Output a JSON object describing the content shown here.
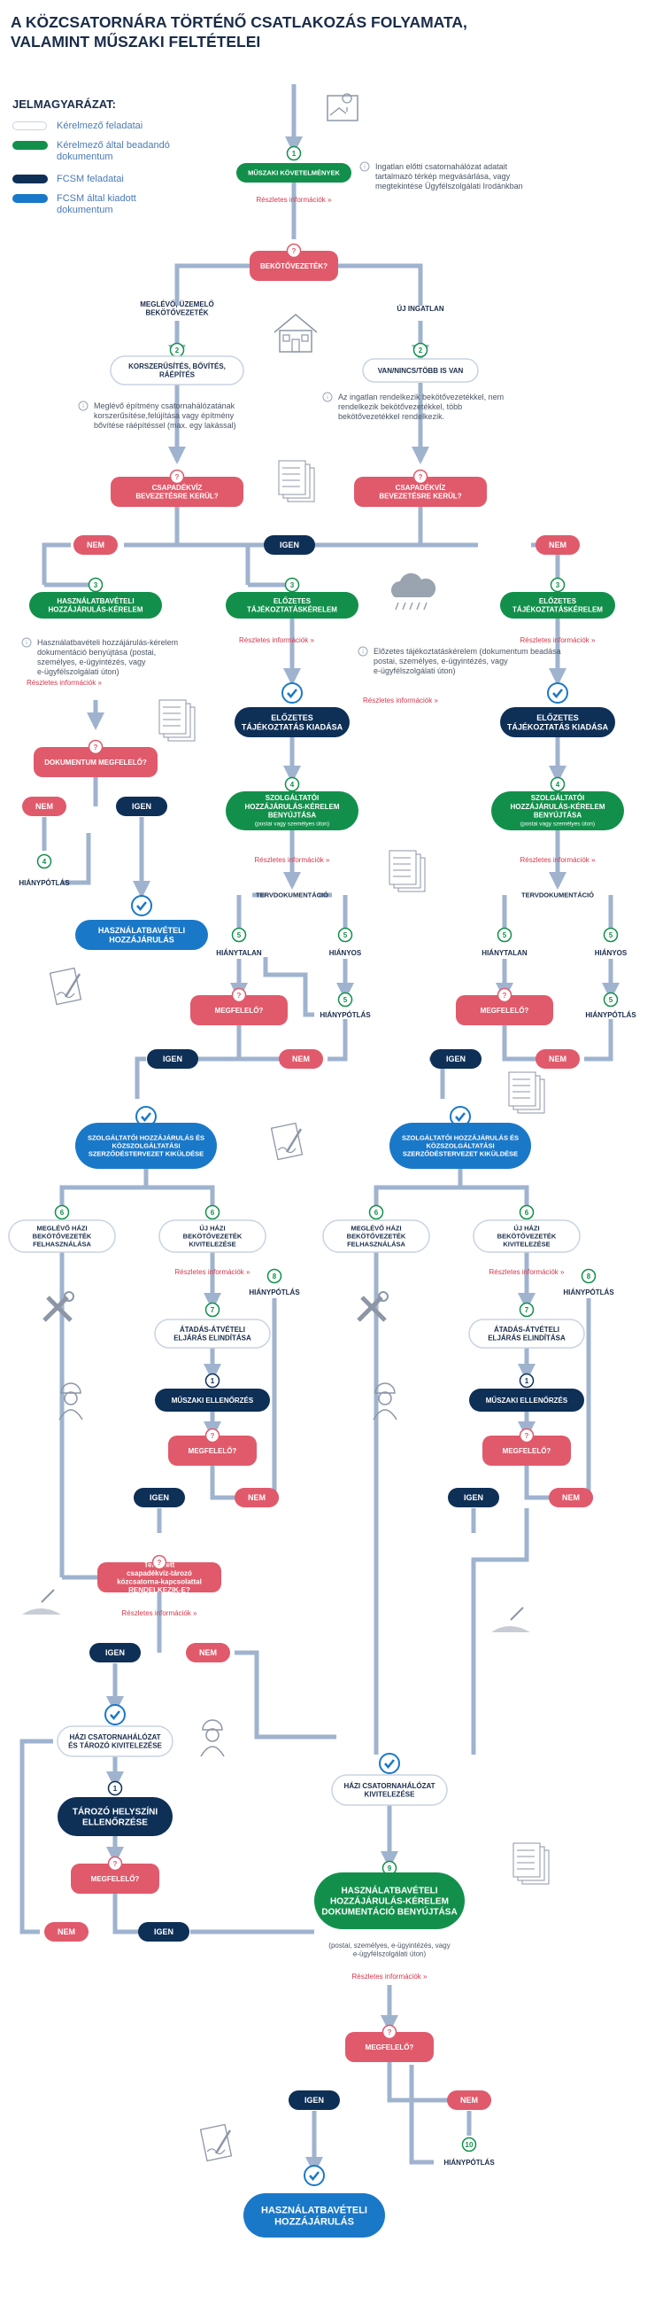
{
  "title_line1": "A KÖZCSATORNÁRA TÖRTÉNŐ CSATLAKOZÁS FOLYAMATA,",
  "title_line2": "VALAMINT MŰSZAKI FELTÉTELEI",
  "legend": {
    "title": "JELMAGYARÁZAT:",
    "items": [
      {
        "label": "Kérelmező feladatai",
        "color": "#ffffff"
      },
      {
        "label": "Kérelmező által beadandó dokumentum",
        "color": "#12904b"
      },
      {
        "label": "FCSM feladatai",
        "color": "#0e2f56"
      },
      {
        "label": "FCSM által kiadott dokumentum",
        "color": "#1a78c8"
      }
    ]
  },
  "colors": {
    "white": "#ffffff",
    "green": "#12904b",
    "navy": "#0e2f56",
    "blue": "#1a78c8",
    "red": "#e05a6b",
    "arrow": "#9fb3cf",
    "linkred": "#d6364b",
    "note": "#4a5565"
  },
  "more_info": "Részletes információk »",
  "steps": {
    "s1": "MŰSZAKI KÖVETELMÉNYEK",
    "s1_note": "Ingatlan előtti csatornahálózat adatait tartalmazó térkép megvásárlása, vagy megtekintése Ügyfélszolgálati Irodánkban",
    "q_connection": "BEKÖTŐVEZETÉK?",
    "existing": "MEGLÉVŐ, ÜZEMELŐ BEKÖTŐVEZETÉK",
    "new_property": "ÚJ INGATLAN",
    "s2_left": "KORSZERŰSÍTÉS, BŐVÍTÉS, RÁÉPÍTÉS",
    "s2_left_note": "Meglévő építmény csatornahálózatának korszerűsítése,felújítása vagy építmény bővítése ráépítéssel (max. egy lakással)",
    "s2_right": "VAN/NINCS/TÖBB IS VAN",
    "s2_right_note": "Az ingatlan rendelkezik bekötővezetékkel, nem rendelkezik bekötővezetékkel, több bekötővezetékkel rendelkezik.",
    "q_rainwater": "CSAPADÉKVÍZ BEVEZETÉSRE KERÜL?",
    "yes": "IGEN",
    "no": "NEM",
    "s3_left": "HASZNÁLATBAVÉTELI HOZZÁJÁRULÁS-KÉRELEM",
    "s3_left_note": "Használatbavételi hozzájárulás-kérelem dokumentáció benyújtása (postai, személyes, e-ügyintézés, vagy e-ügyfélszolgálati úton)",
    "s3_mid": "ELŐZETES TÁJÉKOZTATÁSKÉRELEM",
    "s3_mid_note": "Előzetes tájékoztatáskérelem (dokumentum beadása postai, személyes, e-ügyintézés, vagy e-ügyfélszolgálati úton)",
    "q_doc": "DOKUMENTUM MEGFELELŐ?",
    "s4_missing": "HIÁNYPÓTLÁS",
    "usage_permit": "HASZNÁLATBAVÉTELI HOZZÁJÁRULÁS",
    "prelim_issue": "ELŐZETES TÁJÉKOZTATÁS KIADÁSA",
    "s4_service": "SZOLGÁLTATÓI HOZZÁJÁRULÁS-KÉRELEM BENYÚJTÁSA",
    "s4_service_sub": "(postai vagy személyes úton)",
    "plan_doc": "TERVDOKUMENTÁCIÓ",
    "flawless": "HIÁNYTALAN",
    "deficient": "HIÁNYOS",
    "s5_missing": "HIÁNYPÓTLÁS",
    "q_ok": "MEGFELELŐ?",
    "service_permit": "SZOLGÁLTATÓI HOZZÁJÁRULÁS ÉS KÖZSZOLGÁLTATÁSI SZERZŐDÉSTERVEZET KIKÜLDÉSE",
    "s6_existing": "MEGLÉVŐ HÁZI BEKÖTŐVEZETÉK FELHASZNÁLÁSA",
    "s6_new": "ÚJ HÁZI BEKÖTŐVEZETÉK KIVITELEZÉSE",
    "s8_missing": "HIÁNYPÓTLÁS",
    "s7_handover": "ÁTADÁS-ÁTVÉTELI ELJÁRÁS ELINDÍTÁSA",
    "tech_check": "MŰSZAKI ELLENŐRZÉS",
    "q_sealed": "Tervezett csapadékvíz-tározó közcsatorna-kapcsolattal RENDELKEZIK-E?",
    "house_net_tank": "HÁZI CSATORNAHÁLÓZAT ÉS TÁROZÓ KIVITELEZÉSE",
    "tank_check": "TÁROZÓ HELYSZÍNI ELLENŐRZÉSE",
    "house_net": "HÁZI CSATORNAHÁLÓZAT KIVITELEZÉSE",
    "s9_final": "HASZNÁLATBAVÉTELI HOZZÁJÁRULÁS-KÉRELEM DOKUMENTÁCIÓ BENYÚJTÁSA",
    "s9_note": "(postai, személyes, e-ügyintézés, vagy e-ügyfélszolgálati úton)",
    "s10_missing": "HIÁNYPÓTLÁS",
    "final_permit": "HASZNÁLATBAVÉTELI HOZZÁJÁRULÁS"
  },
  "numbers": [
    "1",
    "2",
    "3",
    "4",
    "5",
    "6",
    "7",
    "8",
    "9",
    "10"
  ]
}
